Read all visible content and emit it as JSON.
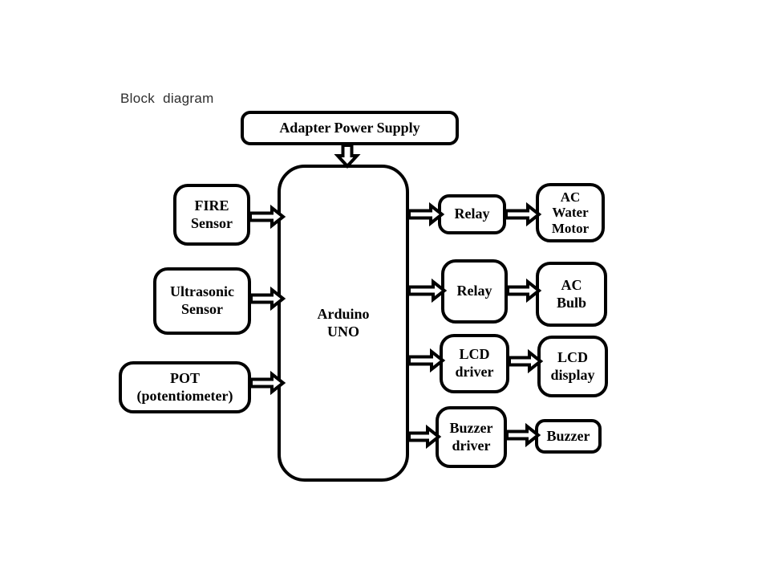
{
  "slide": {
    "title": "Block diagram"
  },
  "blocks": {
    "adapter": "Adapter Power Supply",
    "arduino": "Arduino\nUNO",
    "fire_sensor": "FIRE\nSensor",
    "ultrasonic_sensor": "Ultrasonic\nSensor",
    "pot": "POT\n(potentiometer)",
    "relay_1": "Relay",
    "relay_2": "Relay",
    "ac_water_motor": "AC\nWater\nMotor",
    "ac_bulb": "AC\nBulb",
    "lcd_driver": "LCD\ndriver",
    "lcd_display": "LCD\ndisplay",
    "buzzer_driver": "Buzzer\ndriver",
    "buzzer": "Buzzer"
  },
  "connections": [
    {
      "from": "adapter",
      "to": "arduino"
    },
    {
      "from": "fire_sensor",
      "to": "arduino"
    },
    {
      "from": "ultrasonic_sensor",
      "to": "arduino"
    },
    {
      "from": "pot",
      "to": "arduino"
    },
    {
      "from": "arduino",
      "to": "relay_1"
    },
    {
      "from": "arduino",
      "to": "relay_2"
    },
    {
      "from": "arduino",
      "to": "lcd_driver"
    },
    {
      "from": "arduino",
      "to": "buzzer_driver"
    },
    {
      "from": "relay_1",
      "to": "ac_water_motor"
    },
    {
      "from": "relay_2",
      "to": "ac_bulb"
    },
    {
      "from": "lcd_driver",
      "to": "lcd_display"
    },
    {
      "from": "buzzer_driver",
      "to": "buzzer"
    }
  ],
  "colors": {
    "ink": "#000000",
    "background": "#ffffff",
    "title_text": "#2e2e2e"
  }
}
